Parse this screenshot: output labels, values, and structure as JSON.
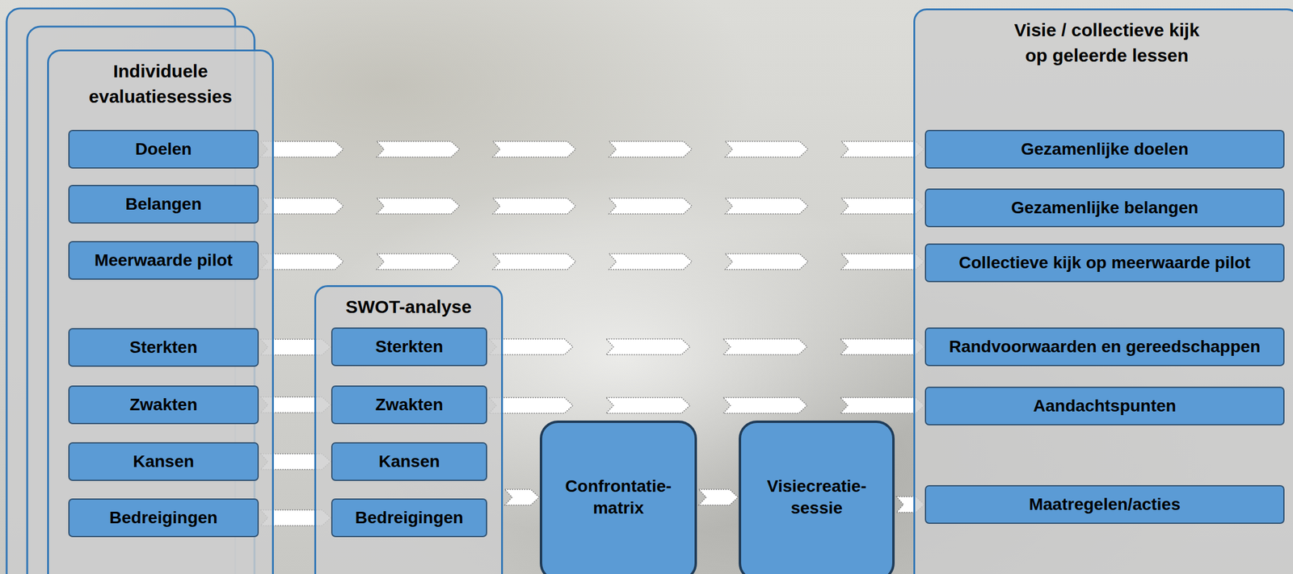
{
  "diagram": {
    "nodes": [
      {
        "text": [
          "Individuele evaluatiesessies"
        ]
      },
      {
        "text": [
          "Doelen"
        ],
        "in": 0
      },
      {
        "text": [
          "Belangen"
        ],
        "in": 0
      },
      {
        "text": [
          "Meerwaarde pilot"
        ],
        "in": 0
      },
      {
        "text": [
          "Sterkten"
        ],
        "in": 0
      },
      {
        "text": [
          "Zwakten"
        ],
        "in": 0
      },
      {
        "text": [
          "Kansen"
        ],
        "in": 0
      },
      {
        "text": [
          "Bedreigingen"
        ],
        "in": 0
      },
      {
        "text": [
          "SWOT-analyse"
        ]
      },
      {
        "text": [
          "Sterkten"
        ],
        "in": 8
      },
      {
        "text": [
          "Zwakten"
        ],
        "in": 8
      },
      {
        "text": [
          "Kansen"
        ],
        "in": 8
      },
      {
        "text": [
          "Bedreigingen"
        ],
        "in": 8
      },
      {
        "text": [
          "Confrontatie- matrix"
        ]
      },
      {
        "text": [
          "Visiecreatie- sessie"
        ]
      },
      {
        "text": [
          "Visie / collectieve kijk op geleerde lessen"
        ]
      },
      {
        "text": [
          "Gezamenlijke doelen"
        ],
        "in": 15
      },
      {
        "text": [
          "Gezamenlijke belangen"
        ],
        "in": 15
      },
      {
        "text": [
          "Collectieve kijk op meerwaarde pilot"
        ],
        "in": 15
      },
      {
        "text": [
          "Randvoorwaarden en gereedschappen"
        ],
        "in": 15
      },
      {
        "text": [
          "Aandachtspunten"
        ],
        "in": 15
      },
      {
        "text": [
          "Maatregelen/acties"
        ],
        "in": 15
      }
    ],
    "edges": [
      {
        "from": 1,
        "to": 16,
        "arrow": "to"
      },
      {
        "from": 2,
        "to": 17,
        "arrow": "to"
      },
      {
        "from": 3,
        "to": 18,
        "arrow": "to"
      },
      {
        "from": 4,
        "to": 9,
        "arrow": "to"
      },
      {
        "from": 5,
        "to": 10,
        "arrow": "to"
      },
      {
        "from": 6,
        "to": 11,
        "arrow": "to"
      },
      {
        "from": 7,
        "to": 12,
        "arrow": "to"
      },
      {
        "from": 9,
        "to": 19,
        "arrow": "to"
      },
      {
        "from": 10,
        "to": 20,
        "arrow": "to"
      },
      {
        "from": 8,
        "to": 13,
        "arrow": "to"
      },
      {
        "from": 13,
        "to": 14,
        "arrow": "to"
      },
      {
        "from": 14,
        "to": 21,
        "arrow": "to"
      }
    ]
  }
}
